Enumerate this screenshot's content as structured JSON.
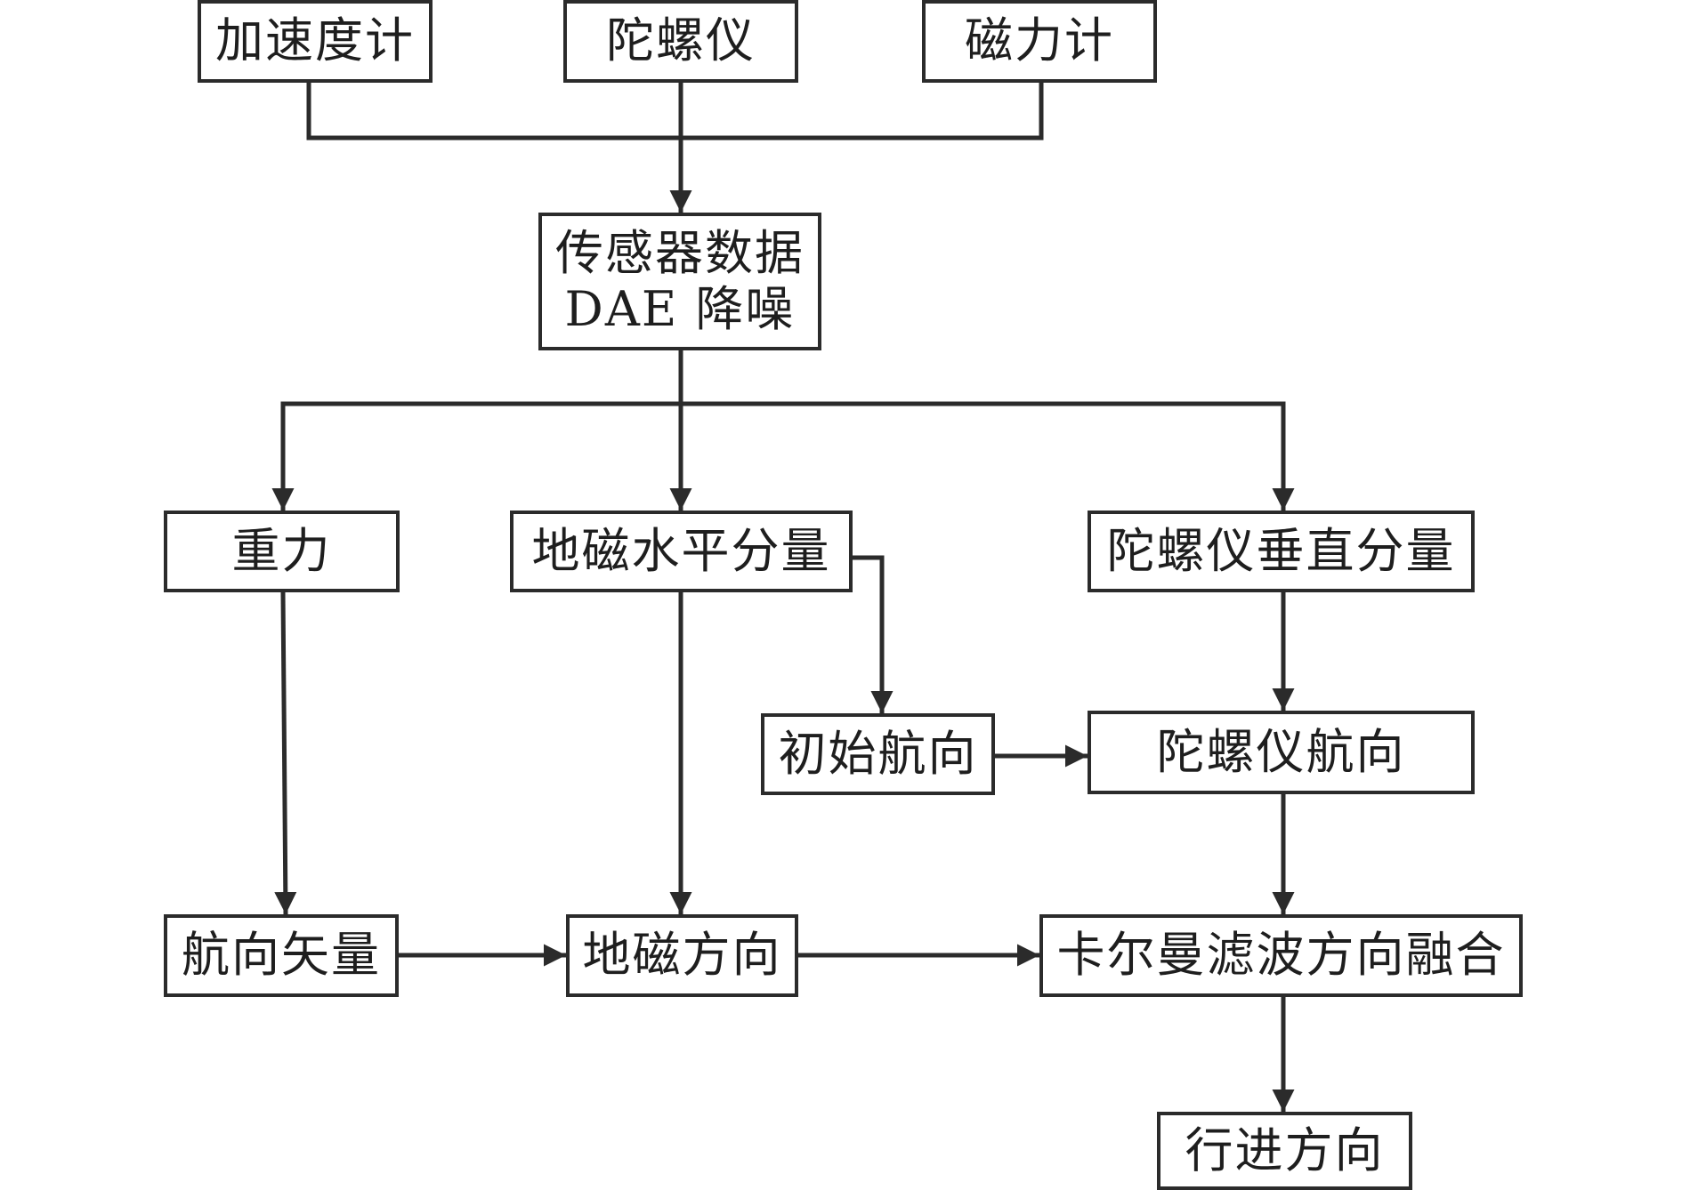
{
  "nodes": {
    "accelerometer": "加速度计",
    "gyroscope": "陀螺仪",
    "magnetometer": "磁力计",
    "dae_line1": "传感器数据",
    "dae_line2": "DAE 降噪",
    "gravity": "重力",
    "geomag_horizontal": "地磁水平分量",
    "gyro_vertical": "陀螺仪垂直分量",
    "initial_heading": "初始航向",
    "gyro_heading": "陀螺仪航向",
    "heading_vector": "航向矢量",
    "geomag_direction": "地磁方向",
    "kalman_fusion": "卡尔曼滤波方向融合",
    "travel_direction": "行进方向"
  },
  "edges": [
    {
      "from": "accelerometer",
      "to": "dae"
    },
    {
      "from": "gyroscope",
      "to": "dae"
    },
    {
      "from": "magnetometer",
      "to": "dae"
    },
    {
      "from": "dae",
      "to": "gravity"
    },
    {
      "from": "dae",
      "to": "geomag_horizontal"
    },
    {
      "from": "dae",
      "to": "gyro_vertical"
    },
    {
      "from": "gravity",
      "to": "heading_vector"
    },
    {
      "from": "geomag_horizontal",
      "to": "geomag_direction"
    },
    {
      "from": "geomag_horizontal",
      "to": "initial_heading"
    },
    {
      "from": "gyro_vertical",
      "to": "gyro_heading"
    },
    {
      "from": "initial_heading",
      "to": "gyro_heading"
    },
    {
      "from": "heading_vector",
      "to": "geomag_direction"
    },
    {
      "from": "geomag_direction",
      "to": "kalman_fusion"
    },
    {
      "from": "gyro_heading",
      "to": "kalman_fusion"
    },
    {
      "from": "kalman_fusion",
      "to": "travel_direction"
    }
  ],
  "colors": {
    "stroke": "#2b2b2b",
    "background": "#ffffff",
    "text": "#1e1e1e"
  }
}
